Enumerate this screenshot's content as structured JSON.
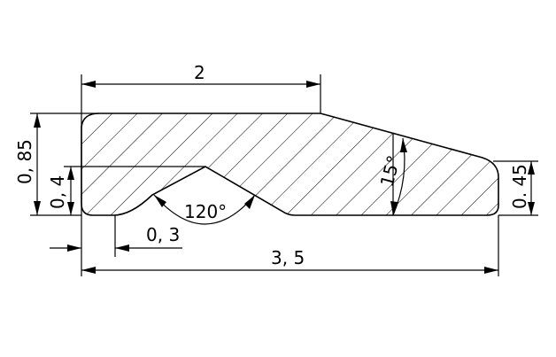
{
  "labels": {
    "length_top": "2",
    "height_total": "0, 85",
    "height_inner": "0, 4",
    "groove_offset": "0, 3",
    "groove_angle": "120°",
    "taper_angle": "15°",
    "height_right": "0. 45",
    "length_total": "3, 5"
  }
}
